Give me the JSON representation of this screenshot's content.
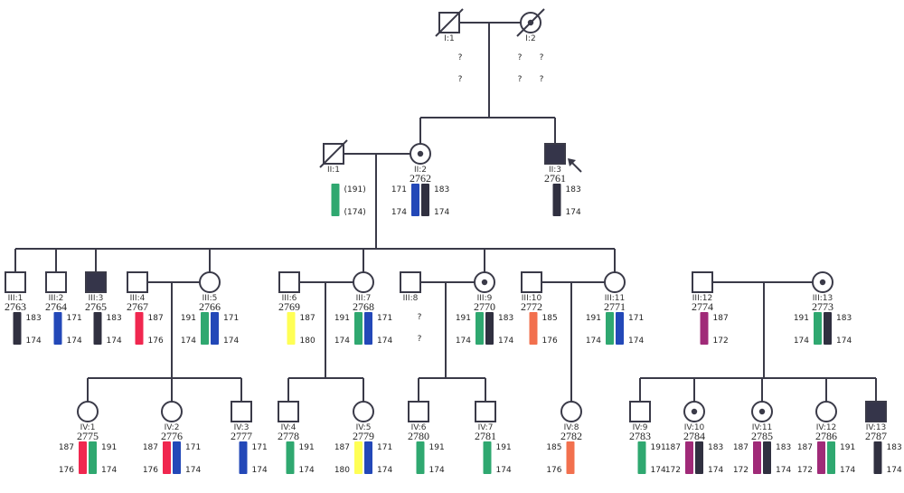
{
  "colors": {
    "line": "#3a3a48",
    "affected": "#35354a",
    "green": "#2fa870",
    "blue": "#2348b8",
    "black": "#303040",
    "red": "#f0274f",
    "yellow": "#ffff55",
    "salmon": "#f2704e",
    "purple": "#a02a78"
  },
  "individuals": [
    {
      "id": "I:1",
      "num": "",
      "sex": "M",
      "status": "deceased",
      "q": [
        [
          "?"
        ],
        [
          "?"
        ]
      ]
    },
    {
      "id": "I:2",
      "num": "",
      "sex": "F",
      "status": "deceased-carrier",
      "q": [
        [
          "?",
          "?"
        ],
        [
          "?",
          "?"
        ]
      ]
    },
    {
      "id": "II:1",
      "num": "",
      "sex": "M",
      "status": "deceased",
      "bars": [
        {
          "color": "green",
          "top": "(191)",
          "bottom": "(174)",
          "side": "right"
        }
      ]
    },
    {
      "id": "II:2",
      "num": "2762",
      "sex": "F",
      "status": "carrier",
      "bars": [
        {
          "color": "blue",
          "top": "171",
          "bottom": "174",
          "side": "left"
        },
        {
          "color": "black",
          "top": "183",
          "bottom": "174",
          "side": "right"
        }
      ]
    },
    {
      "id": "II:3",
      "num": "2761",
      "sex": "M",
      "status": "affected",
      "proband": true,
      "bars": [
        {
          "color": "black",
          "top": "183",
          "bottom": "174",
          "side": "right"
        }
      ]
    },
    {
      "id": "III:1",
      "num": "2763",
      "sex": "M",
      "status": "normal",
      "bars": [
        {
          "color": "black",
          "top": "183",
          "bottom": "174",
          "side": "right"
        }
      ]
    },
    {
      "id": "III:2",
      "num": "2764",
      "sex": "M",
      "status": "normal",
      "bars": [
        {
          "color": "blue",
          "top": "171",
          "bottom": "174",
          "side": "right"
        }
      ]
    },
    {
      "id": "III:3",
      "num": "2765",
      "sex": "M",
      "status": "affected",
      "bars": [
        {
          "color": "black",
          "top": "183",
          "bottom": "174",
          "side": "right"
        }
      ]
    },
    {
      "id": "III:4",
      "num": "2767",
      "sex": "M",
      "status": "normal",
      "bars": [
        {
          "color": "red",
          "top": "187",
          "bottom": "176",
          "side": "right"
        }
      ]
    },
    {
      "id": "III:5",
      "num": "2766",
      "sex": "F",
      "status": "normal",
      "bars": [
        {
          "color": "green",
          "top": "191",
          "bottom": "174",
          "side": "left"
        },
        {
          "color": "blue",
          "top": "171",
          "bottom": "174",
          "side": "right"
        }
      ]
    },
    {
      "id": "III:6",
      "num": "2769",
      "sex": "M",
      "status": "normal",
      "bars": [
        {
          "color": "yellow",
          "top": "187",
          "bottom": "180",
          "side": "right"
        }
      ]
    },
    {
      "id": "III:7",
      "num": "2768",
      "sex": "F",
      "status": "normal",
      "bars": [
        {
          "color": "green",
          "top": "191",
          "bottom": "174",
          "side": "left"
        },
        {
          "color": "blue",
          "top": "171",
          "bottom": "174",
          "side": "right"
        }
      ]
    },
    {
      "id": "III:8",
      "num": "",
      "sex": "M",
      "status": "normal",
      "q": [
        [
          "?"
        ],
        [
          "?"
        ]
      ]
    },
    {
      "id": "III:9",
      "num": "2770",
      "sex": "F",
      "status": "carrier",
      "bars": [
        {
          "color": "green",
          "top": "191",
          "bottom": "174",
          "side": "left"
        },
        {
          "color": "black",
          "top": "183",
          "bottom": "174",
          "side": "right"
        }
      ]
    },
    {
      "id": "III:10",
      "num": "2772",
      "sex": "M",
      "status": "normal",
      "bars": [
        {
          "color": "salmon",
          "top": "185",
          "bottom": "176",
          "side": "right"
        }
      ]
    },
    {
      "id": "III:11",
      "num": "2771",
      "sex": "F",
      "status": "normal",
      "bars": [
        {
          "color": "green",
          "top": "191",
          "bottom": "174",
          "side": "left"
        },
        {
          "color": "blue",
          "top": "171",
          "bottom": "174",
          "side": "right"
        }
      ]
    },
    {
      "id": "III:12",
      "num": "2774",
      "sex": "M",
      "status": "normal",
      "bars": [
        {
          "color": "purple",
          "top": "187",
          "bottom": "172",
          "side": "right"
        }
      ]
    },
    {
      "id": "III:13",
      "num": "2773",
      "sex": "F",
      "status": "carrier",
      "bars": [
        {
          "color": "green",
          "top": "191",
          "bottom": "174",
          "side": "left"
        },
        {
          "color": "black",
          "top": "183",
          "bottom": "174",
          "side": "right"
        }
      ]
    },
    {
      "id": "IV:1",
      "num": "2775",
      "sex": "F",
      "status": "normal",
      "bars": [
        {
          "color": "red",
          "top": "187",
          "bottom": "176",
          "side": "left"
        },
        {
          "color": "green",
          "top": "191",
          "bottom": "174",
          "side": "right"
        }
      ]
    },
    {
      "id": "IV:2",
      "num": "2776",
      "sex": "F",
      "status": "normal",
      "bars": [
        {
          "color": "red",
          "top": "187",
          "bottom": "176",
          "side": "left"
        },
        {
          "color": "blue",
          "top": "171",
          "bottom": "174",
          "side": "right"
        }
      ]
    },
    {
      "id": "IV:3",
      "num": "2777",
      "sex": "M",
      "status": "normal",
      "bars": [
        {
          "color": "blue",
          "top": "171",
          "bottom": "174",
          "side": "right"
        }
      ]
    },
    {
      "id": "IV:4",
      "num": "2778",
      "sex": "M",
      "status": "normal",
      "bars": [
        {
          "color": "green",
          "top": "191",
          "bottom": "174",
          "side": "right"
        }
      ]
    },
    {
      "id": "IV:5",
      "num": "2779",
      "sex": "F",
      "status": "normal",
      "bars": [
        {
          "color": "yellow",
          "top": "187",
          "bottom": "180",
          "side": "left"
        },
        {
          "color": "blue",
          "top": "171",
          "bottom": "174",
          "side": "right"
        }
      ]
    },
    {
      "id": "IV:6",
      "num": "2780",
      "sex": "M",
      "status": "normal",
      "bars": [
        {
          "color": "green",
          "top": "191",
          "bottom": "174",
          "side": "right"
        }
      ]
    },
    {
      "id": "IV:7",
      "num": "2781",
      "sex": "M",
      "status": "normal",
      "bars": [
        {
          "color": "green",
          "top": "191",
          "bottom": "174",
          "side": "right"
        }
      ]
    },
    {
      "id": "IV:8",
      "num": "2782",
      "sex": "F",
      "status": "normal",
      "bars": [
        {
          "color": "salmon",
          "top": "185",
          "bottom": "176",
          "side": "left"
        }
      ]
    },
    {
      "id": "IV:9",
      "num": "2783",
      "sex": "M",
      "status": "normal",
      "bars": [
        {
          "color": "green",
          "top": "191",
          "bottom": "174",
          "side": "right"
        }
      ]
    },
    {
      "id": "IV:10",
      "num": "2784",
      "sex": "F",
      "status": "carrier",
      "bars": [
        {
          "color": "purple",
          "top": "187",
          "bottom": "172",
          "side": "left"
        },
        {
          "color": "black",
          "top": "183",
          "bottom": "174",
          "side": "right"
        }
      ]
    },
    {
      "id": "IV:11",
      "num": "2785",
      "sex": "F",
      "status": "carrier",
      "bars": [
        {
          "color": "purple",
          "top": "187",
          "bottom": "172",
          "side": "left"
        },
        {
          "color": "black",
          "top": "183",
          "bottom": "174",
          "side": "right"
        }
      ]
    },
    {
      "id": "IV:12",
      "num": "2786",
      "sex": "F",
      "status": "normal",
      "bars": [
        {
          "color": "purple",
          "top": "187",
          "bottom": "172",
          "side": "left"
        },
        {
          "color": "green",
          "top": "191",
          "bottom": "174",
          "side": "right"
        }
      ]
    },
    {
      "id": "IV:13",
      "num": "2787",
      "sex": "M",
      "status": "affected",
      "bars": [
        {
          "color": "black",
          "top": "183",
          "bottom": "174",
          "side": "right"
        }
      ]
    }
  ]
}
